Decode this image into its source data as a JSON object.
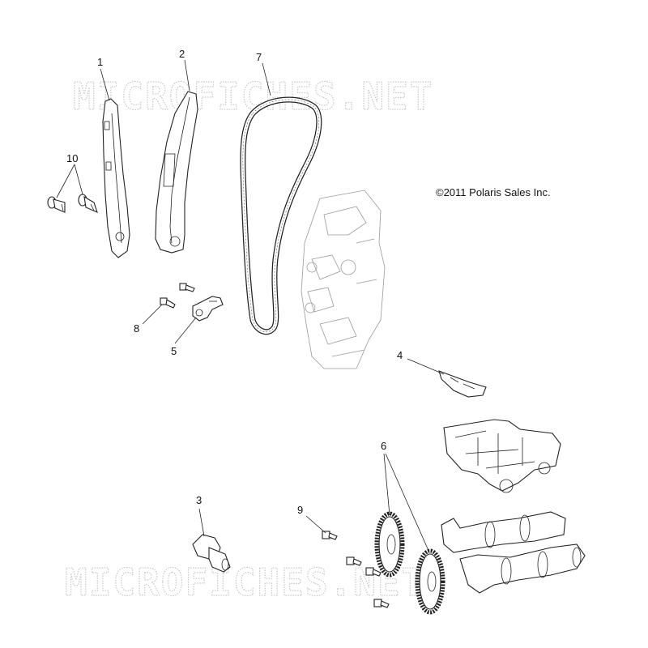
{
  "watermark_top": "MICROFICHES.NET",
  "watermark_bottom": "MICROFICHES.NET",
  "copyright": "©2011 Polaris Sales Inc.",
  "callouts": {
    "c1": "1",
    "c2": "2",
    "c3": "3",
    "c4": "4",
    "c5": "5",
    "c6": "6",
    "c7": "7",
    "c8": "8",
    "c9": "9",
    "c10": "10"
  }
}
